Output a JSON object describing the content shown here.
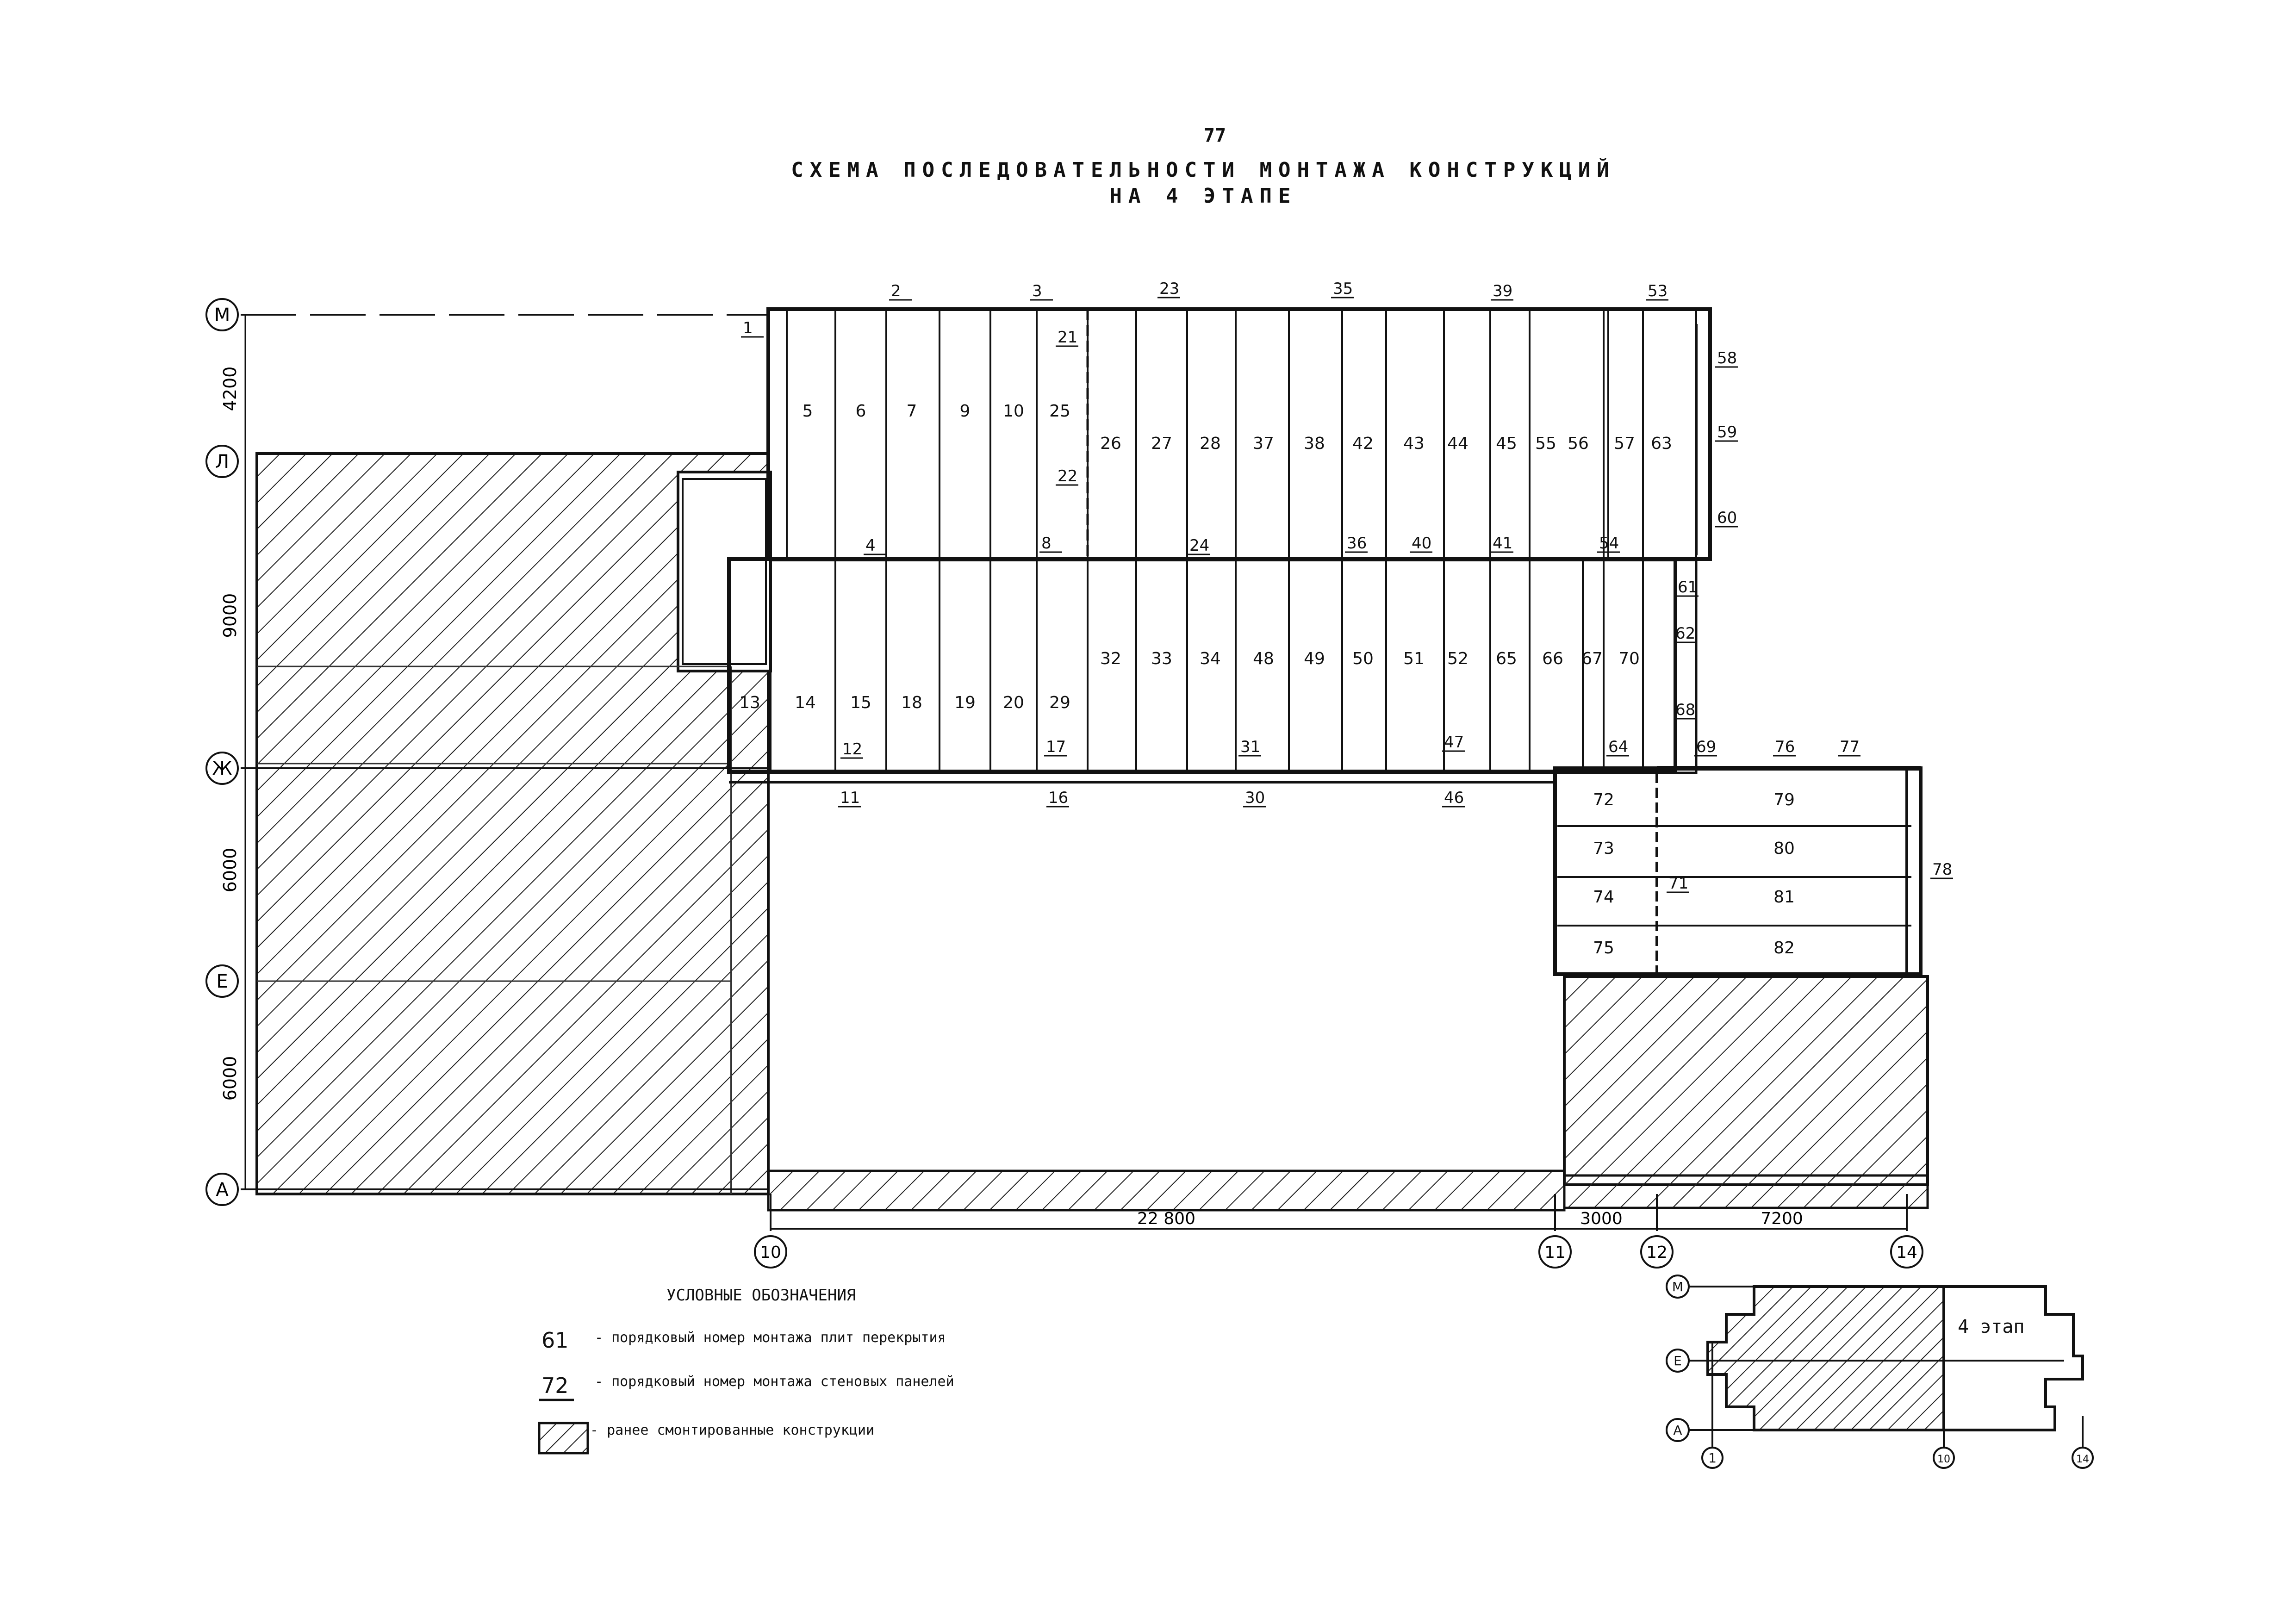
{
  "page_number": "77",
  "title_line1": "СХЕМА ПОСЛЕДОВАТЕЛЬНОСТИ МОНТАЖА КОНСТРУКЦИЙ",
  "title_line2": "НА 4 ЭТАПЕ",
  "axes_rows": [
    "М",
    "Л",
    "Ж",
    "Е",
    "А"
  ],
  "axes_cols": [
    "10",
    "11",
    "12",
    "14"
  ],
  "dims_left": [
    "4200",
    "9000",
    "6000",
    "6000"
  ],
  "dims_bottom": [
    "22 800",
    "3000",
    "7200"
  ],
  "slab_numbers": {
    "upper": [
      "5",
      "6",
      "7",
      "9",
      "10",
      "25",
      "26",
      "27",
      "28",
      "37",
      "38",
      "42",
      "43",
      "44",
      "45",
      "55",
      "56",
      "57",
      "63"
    ],
    "lower": [
      "13",
      "14",
      "15",
      "18",
      "19",
      "20",
      "29",
      "32",
      "33",
      "34",
      "48",
      "49",
      "50",
      "51",
      "52",
      "65",
      "66",
      "67",
      "70"
    ],
    "right_block_left": [
      "72",
      "73",
      "74",
      "75"
    ],
    "right_block_right": [
      "79",
      "80",
      "81",
      "82"
    ]
  },
  "wall_numbers": [
    "1",
    "2",
    "3",
    "23",
    "35",
    "39",
    "53",
    "21",
    "22",
    "58",
    "59",
    "60",
    "4",
    "8",
    "24",
    "36",
    "40",
    "41",
    "54",
    "61",
    "62",
    "68",
    "12",
    "17",
    "31",
    "47",
    "64",
    "69",
    "76",
    "77",
    "11",
    "16",
    "30",
    "46",
    "71",
    "78"
  ],
  "legend": {
    "heading": "УСЛОВНЫЕ ОБОЗНАЧЕНИЯ",
    "items": [
      {
        "symbol": "61",
        "text": "- порядковый номер монтажа плит перекрытия"
      },
      {
        "symbol": "72",
        "text": "- порядковый номер монтажа стеновых панелей"
      },
      {
        "symbol": "",
        "text": "- ранее смонтированные конструкции"
      }
    ]
  },
  "key_plan": {
    "label": "4 этап",
    "axes_rows": [
      "М",
      "Е",
      "А"
    ],
    "axes_cols": [
      "1",
      "10",
      "14"
    ]
  }
}
